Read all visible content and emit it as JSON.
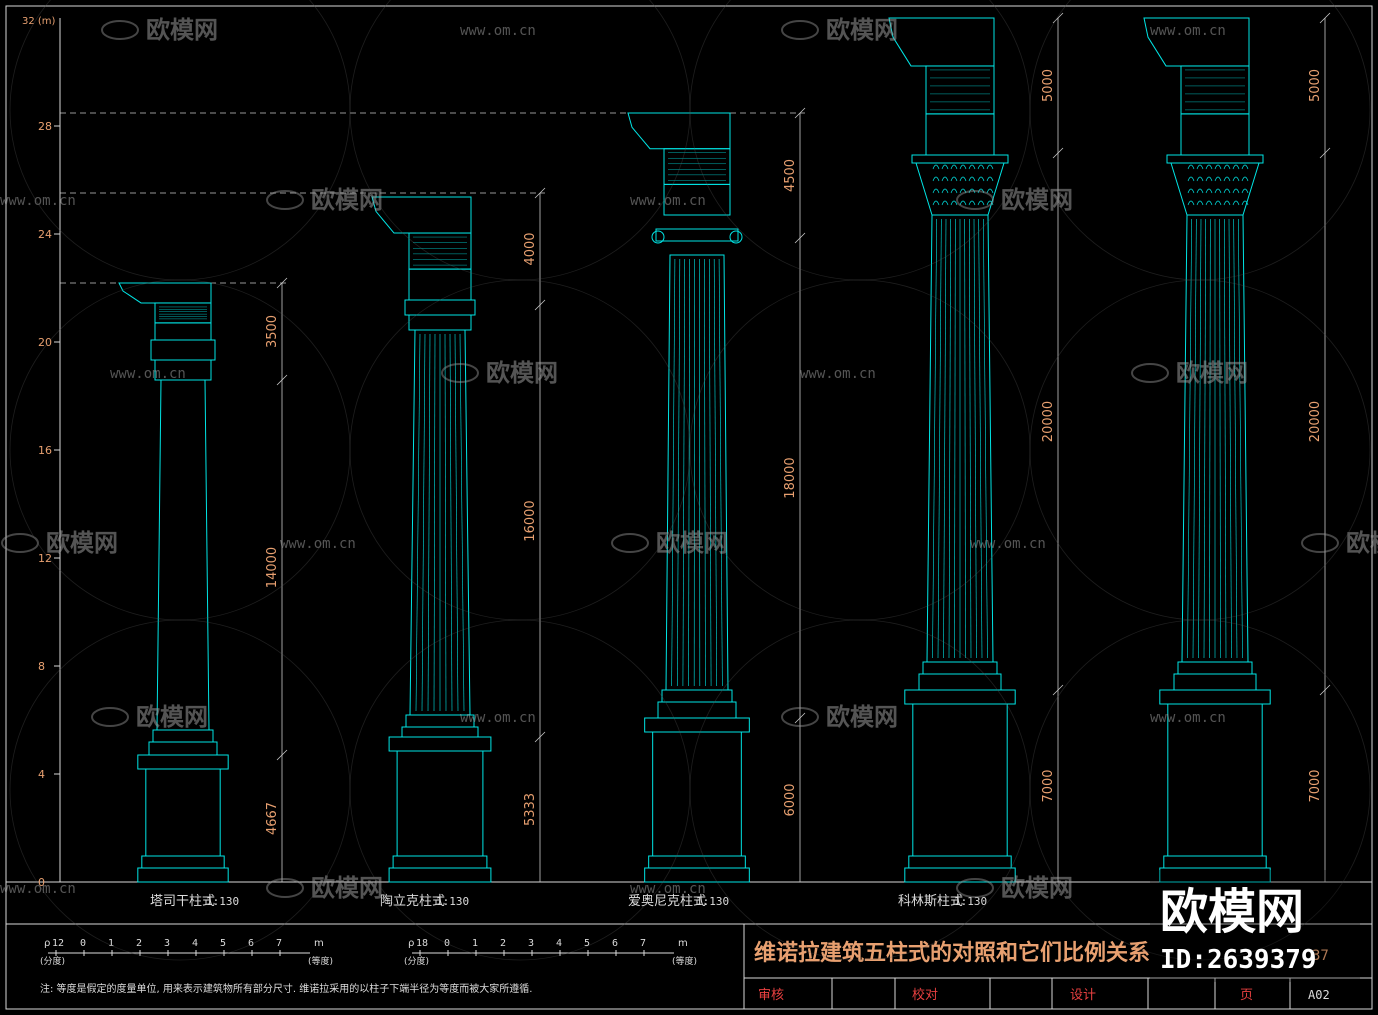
{
  "colors": {
    "background": "#000000",
    "column": "#00e5e5",
    "frame": "#d8d8d8",
    "dim": "#c8c8c8",
    "dim_text": "#e8a070",
    "axis_text": "#e8a070",
    "title": "#e8a070",
    "label": "#dcdcdc",
    "watermark": "#9a9a9a"
  },
  "axis": {
    "unit_label": "32 (m)",
    "ticks": [
      "28",
      "24",
      "20",
      "16",
      "12",
      "8",
      "4",
      "0"
    ]
  },
  "columns": [
    {
      "name": "塔司干柱式",
      "scale": "1:130",
      "dims": [
        "3500",
        "14000",
        "4667"
      ]
    },
    {
      "name": "陶立克柱式",
      "scale": "1:130",
      "dims": [
        "4000",
        "16000",
        "5333"
      ]
    },
    {
      "name": "爱奥尼克柱式",
      "scale": "1:130",
      "dims": [
        "4500",
        "18000",
        "6000"
      ]
    },
    {
      "name": "科林斯柱式",
      "scale": "1:130",
      "dims": [
        "5000",
        "20000",
        "7000"
      ]
    },
    {
      "name": "",
      "scale": "",
      "dims": [
        "5000",
        "20000",
        "7000"
      ]
    }
  ],
  "scale_bars": [
    {
      "numbers": [
        "12",
        "0",
        "1",
        "2",
        "3",
        "4",
        "5",
        "6",
        "7"
      ],
      "start_symbol": "ρ",
      "end_symbol": "m",
      "left_unit": "(分度)",
      "right_unit": "(等度)"
    },
    {
      "numbers": [
        "18",
        "0",
        "1",
        "2",
        "3",
        "4",
        "5",
        "6",
        "7"
      ],
      "start_symbol": "ρ",
      "end_symbol": "m",
      "left_unit": "(分度)",
      "right_unit": "(等度)"
    }
  ],
  "note": "注: 等度是假定的度量单位, 用来表示建筑物所有部分尺寸. 维诺拉采用的以柱子下端半径为等度而被大家所遵循.",
  "title_block": {
    "title": "维诺拉建筑五柱式的对照和它们比例关系",
    "fields": [
      "审核",
      "校对",
      "设计",
      "页"
    ],
    "page_code": "A02",
    "partial_code": "37"
  },
  "watermark": {
    "brand": "欧模网",
    "site": "www.om.cn",
    "id_label": "ID:2639379"
  }
}
